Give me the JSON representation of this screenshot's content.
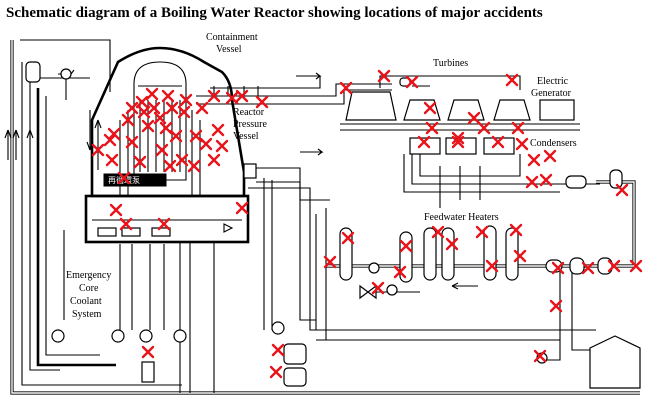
{
  "title": "Schematic diagram of a Boiling Water Reactor showing locations of major accidents",
  "labels": {
    "containment": [
      "Containment",
      "Vessel"
    ],
    "reactor": [
      "Reactor",
      "Pressure",
      "Vessel"
    ],
    "turbines": "Turbines",
    "generator": [
      "Electric",
      "Generator"
    ],
    "condensers": "Condensers",
    "feedwater": "Feedwater Heaters",
    "eccs": [
      "Emergency",
      "Core",
      "Coolant",
      "System"
    ],
    "vessel_plate": "再循環泵"
  },
  "accident_marker_color": "#e8141b",
  "icons": [
    "reactor-vessel-icon",
    "turbine-icon",
    "generator-icon",
    "condenser-icon",
    "feedwater-heater-icon",
    "pump-icon",
    "valve-icon",
    "storage-tank-icon",
    "accident-x-icon"
  ]
}
